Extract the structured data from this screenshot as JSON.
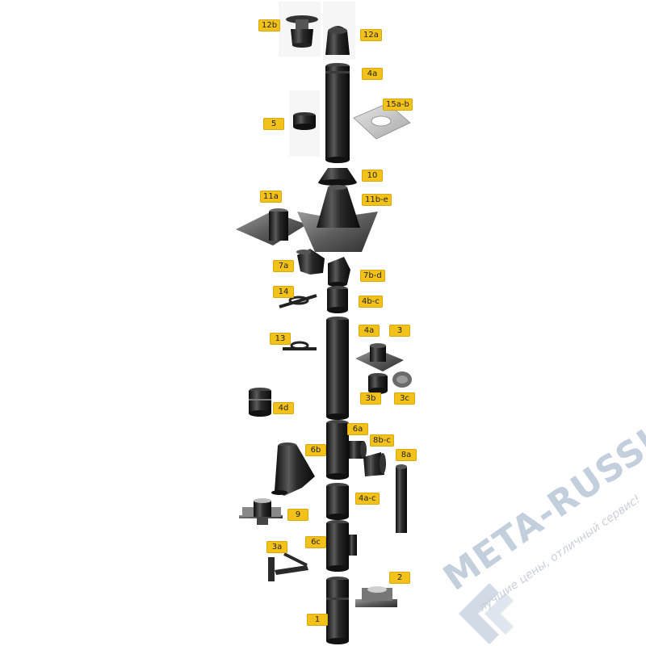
{
  "labels": {
    "l12b": "12b",
    "l12a": "12a",
    "l4a_top": "4a",
    "l15ab": "15a-b",
    "l5": "5",
    "l10": "10",
    "l11a": "11a",
    "l11be": "11b-e",
    "l7a": "7a",
    "l7bd": "7b-d",
    "l14": "14",
    "l4bc": "4b-c",
    "l13": "13",
    "l4a_mid": "4a",
    "l3": "3",
    "l3b": "3b",
    "l3c": "3c",
    "l4d": "4d",
    "l6a": "6a",
    "l6b": "6b",
    "l8bc": "8b-c",
    "l8a": "8a",
    "l9": "9",
    "l4ac": "4a-c",
    "l6c": "6c",
    "l3a": "3a",
    "l2": "2",
    "l1": "1"
  },
  "watermark": {
    "brand": "META-RUSSIA.RU",
    "tagline": "лучшие цены, отличный сервис!"
  },
  "colors": {
    "label_bg": "#f2c21b",
    "pipe": "#1c1c1c",
    "watermark": "#b9c7d8"
  }
}
